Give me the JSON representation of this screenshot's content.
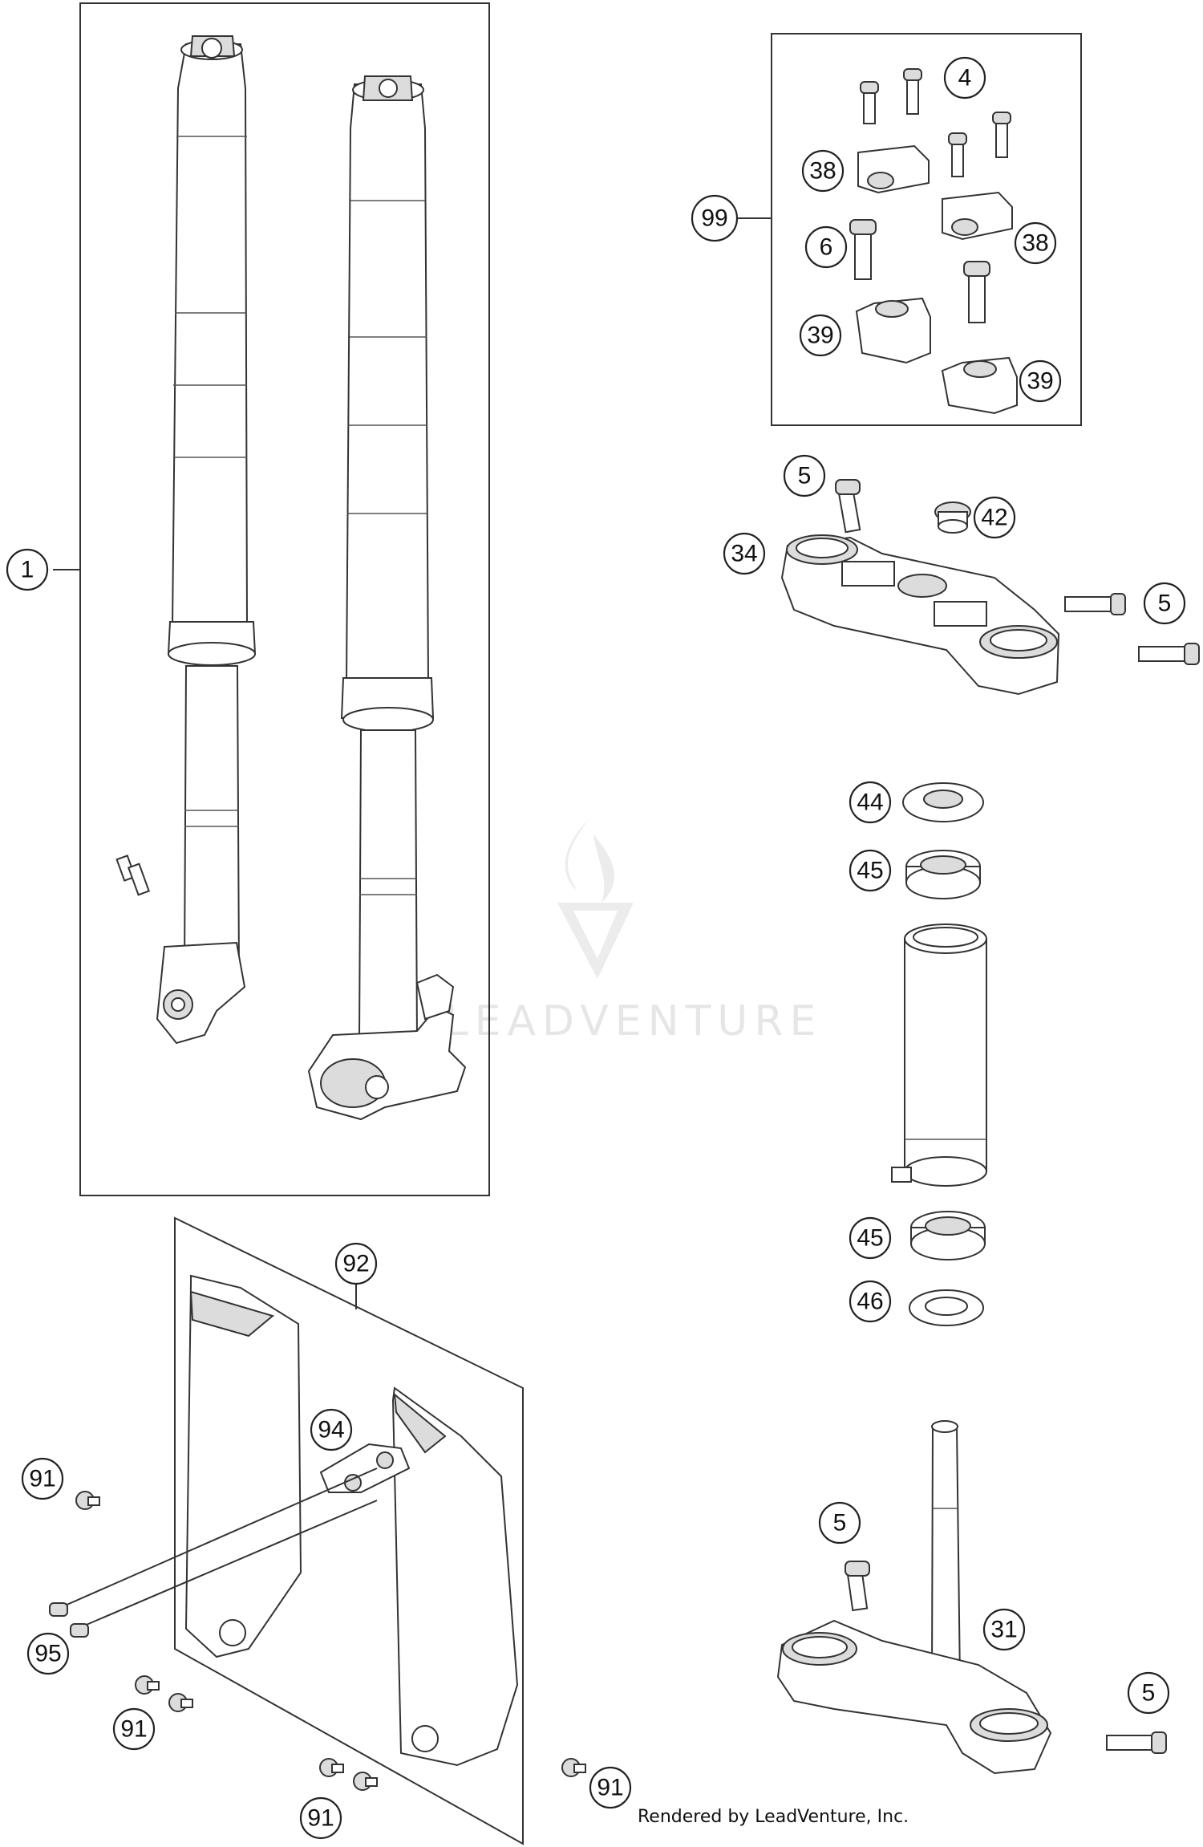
{
  "watermark": {
    "text": "LEADVENTURE"
  },
  "credit": {
    "text": "Rendered by LeadVenture, Inc."
  },
  "callouts": {
    "c1": "1",
    "c4": "4",
    "c38a": "38",
    "c99": "99",
    "c6": "6",
    "c38b": "38",
    "c39a": "39",
    "c39b": "39",
    "c5a": "5",
    "c42": "42",
    "c34": "34",
    "c5b": "5",
    "c44": "44",
    "c45a": "45",
    "c45b": "45",
    "c46": "46",
    "c92": "92",
    "c94": "94",
    "c91a": "91",
    "c95": "95",
    "c91b": "91",
    "c91c": "91",
    "c91d": "91",
    "c5c": "5",
    "c31": "31",
    "c5d": "5"
  }
}
